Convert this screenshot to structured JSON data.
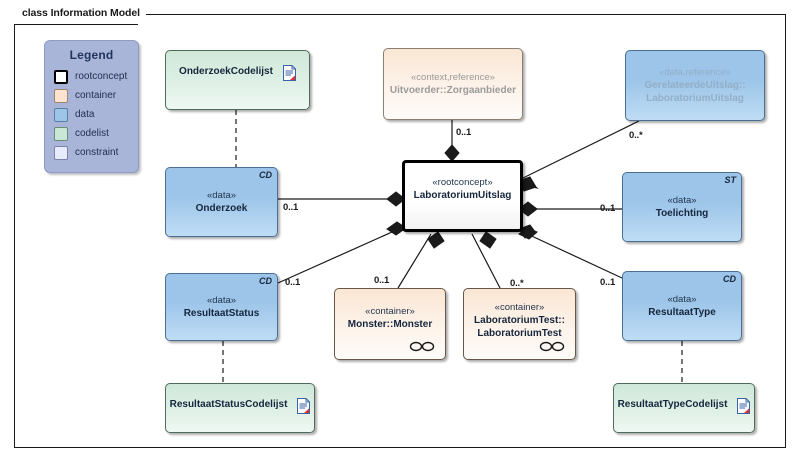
{
  "frame": {
    "tab_label": "class Information Model"
  },
  "legend": {
    "title": "Legend",
    "items": [
      {
        "key": "rootconcept",
        "label": "rootconcept",
        "color": "#ffffff"
      },
      {
        "key": "container",
        "label": "container",
        "color": "#fbe3cf"
      },
      {
        "key": "data",
        "label": "data",
        "color": "#9cc5e9"
      },
      {
        "key": "codelist",
        "label": "codelist",
        "color": "#c9e7d6"
      },
      {
        "key": "constraint",
        "label": "constraint",
        "color": "#e8ecfa"
      }
    ]
  },
  "nodes": {
    "onderzoek_codelijst": {
      "name": "OnderzoekCodelijst",
      "type": "codelist",
      "icon": "document-icon"
    },
    "uitvoerder": {
      "stereotype": "«context,reference»",
      "name_line1": "Uitvoerder::Zorgaanbieder",
      "type": "container"
    },
    "gerelateerde_uitslag": {
      "stereotype": "«data,reference»",
      "name_line1": "GerelateerdeUitslag::",
      "name_line2": "LaboratoriumUitslag",
      "type": "data"
    },
    "onderzoek": {
      "stereotype": "«data»",
      "name": "Onderzoek",
      "corner": "CD",
      "type": "data"
    },
    "laboratorium_uitslag": {
      "stereotype": "«rootconcept»",
      "name": "LaboratoriumUitslag",
      "type": "rootconcept"
    },
    "toelichting": {
      "stereotype": "«data»",
      "name": "Toelichting",
      "corner": "ST",
      "type": "data"
    },
    "resultaat_status": {
      "stereotype": "«data»",
      "name": "ResultaatStatus",
      "corner": "CD",
      "type": "data"
    },
    "monster": {
      "stereotype": "«container»",
      "name_line1": "Monster::Monster",
      "type": "container",
      "icon": "chain-icon"
    },
    "laboratorium_test": {
      "stereotype": "«container»",
      "name_line1": "LaboratoriumTest::",
      "name_line2": "LaboratoriumTest",
      "type": "container",
      "icon": "chain-icon"
    },
    "resultaat_type": {
      "stereotype": "«data»",
      "name": "ResultaatType",
      "corner": "CD",
      "type": "data"
    },
    "resultaat_status_codelijst": {
      "name": "ResultaatStatusCodelijst",
      "type": "codelist",
      "icon": "document-icon"
    },
    "resultaat_type_codelijst": {
      "name": "ResultaatTypeCodelijst",
      "type": "codelist",
      "icon": "document-icon"
    }
  },
  "multiplicities": {
    "uitvoerder": "0..1",
    "gerelateerde_uitslag": "0..*",
    "onderzoek": "0..1",
    "toelichting": "0..1",
    "resultaat_status": "0..1",
    "monster": "0..1",
    "laboratorium_test": "0..*",
    "resultaat_type": "0..1"
  },
  "colors": {
    "data": "#9cc5e9",
    "codelist": "#cfe8d8",
    "container": "#fae6d4",
    "rootconcept": "#ffffff",
    "legend_bg": "#a8b5d9",
    "line": "#1a1a1a"
  }
}
